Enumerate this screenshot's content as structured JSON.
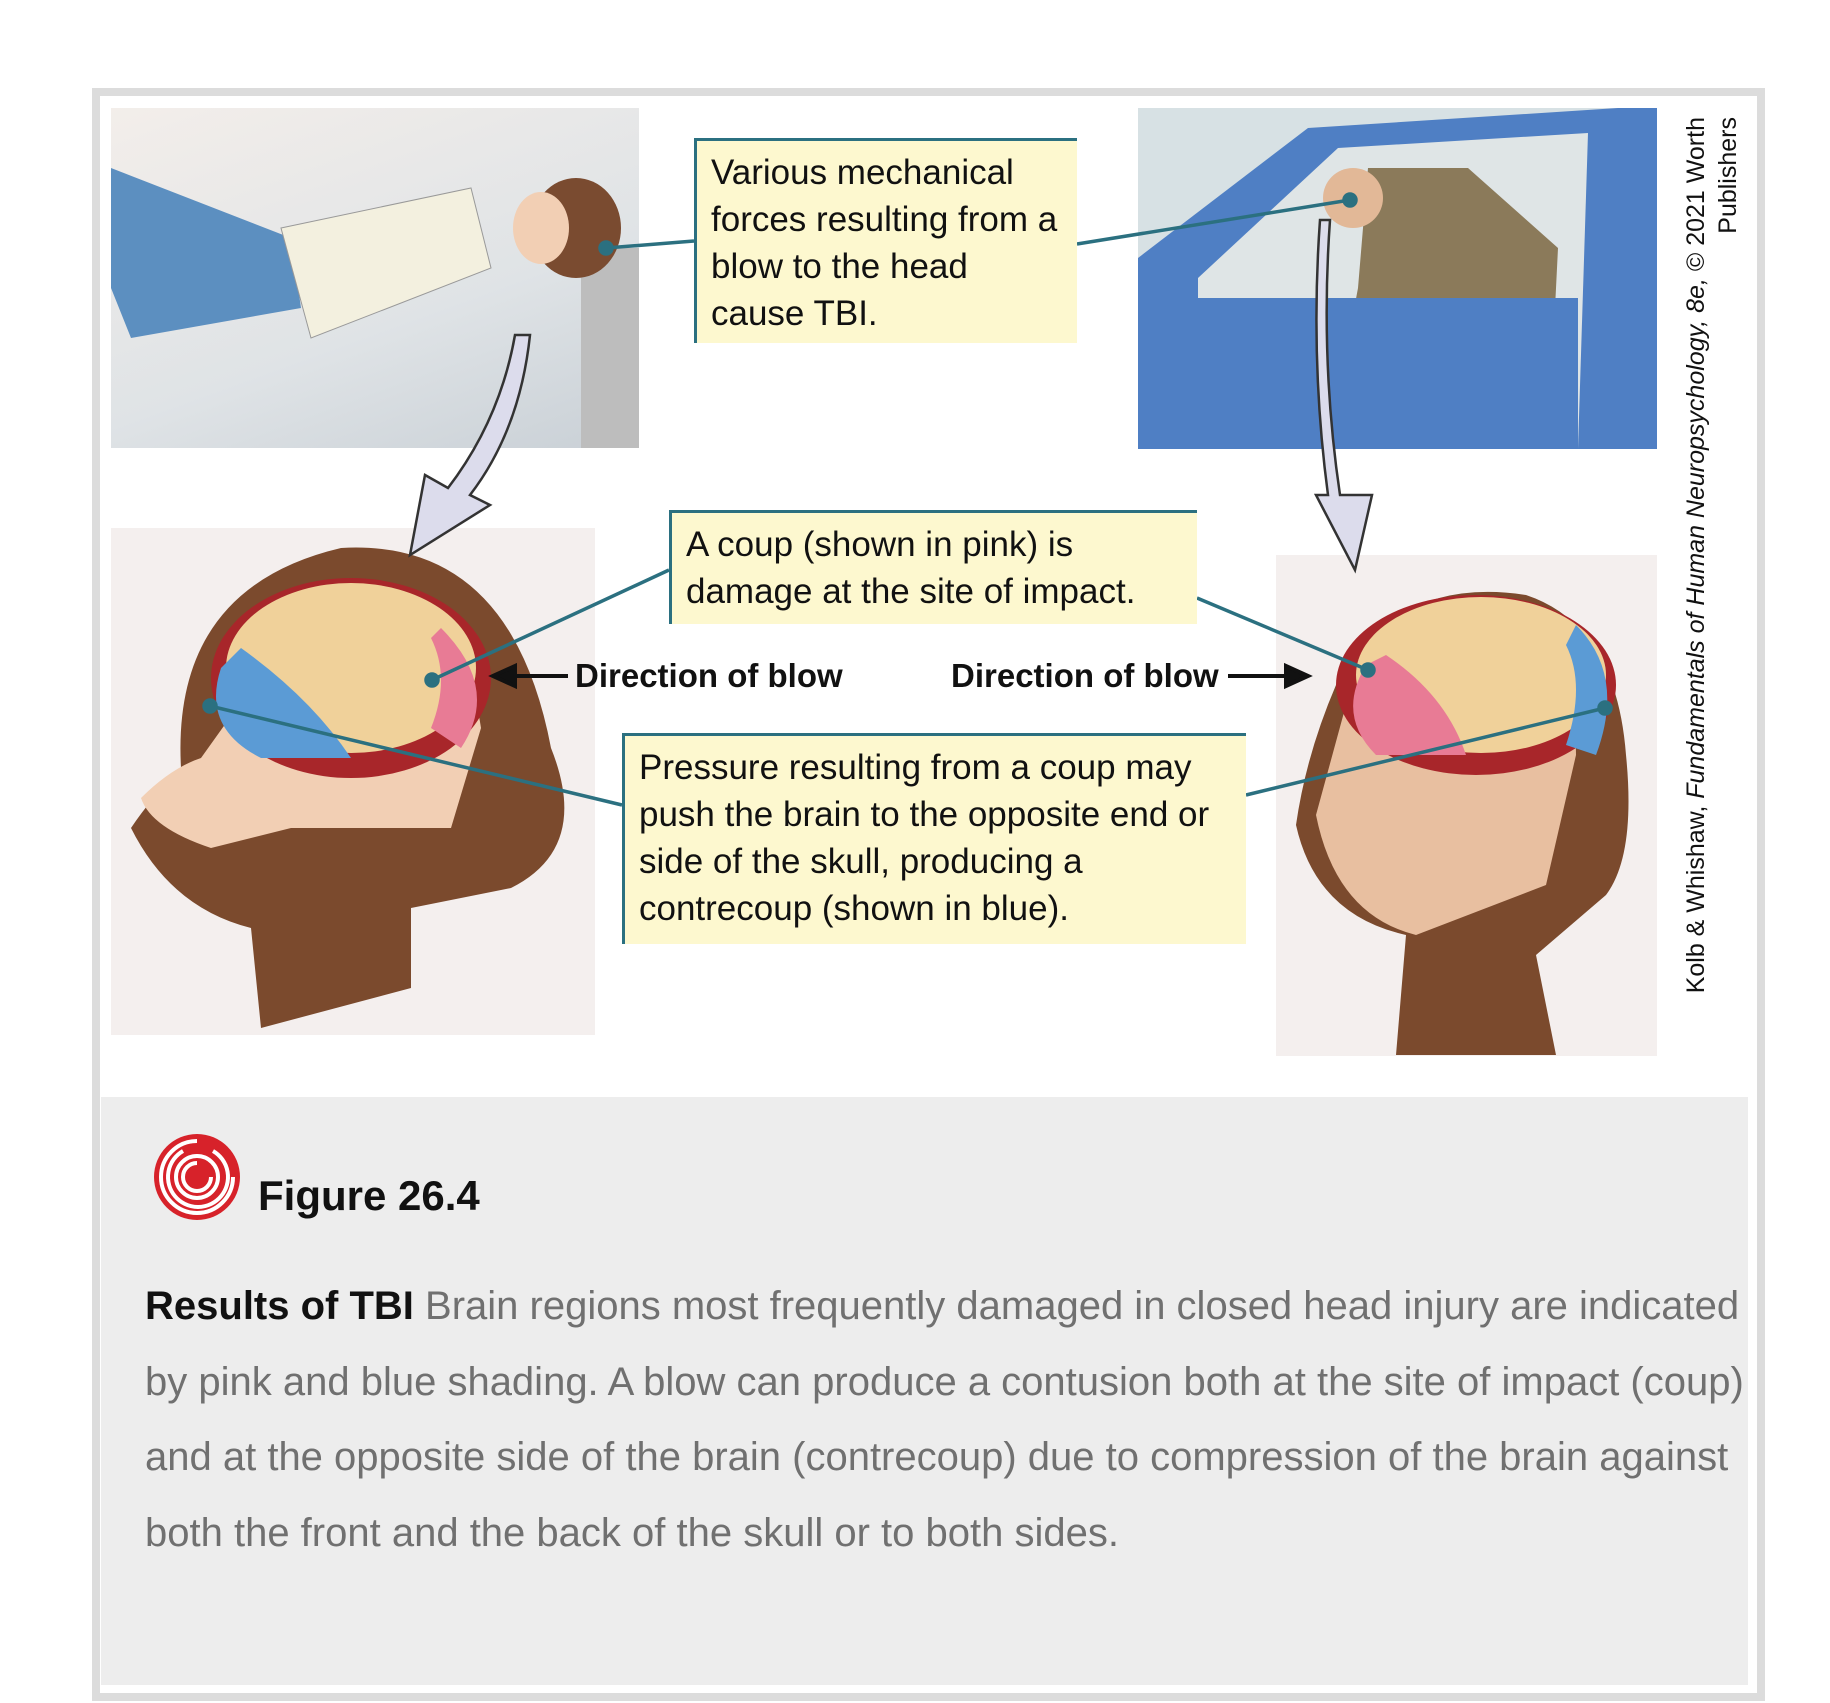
{
  "figure": {
    "callouts": {
      "forces": "Various mechanical forces resulting from a blow to the head cause TBI.",
      "coup": "A coup (shown in pink) is damage at the site of impact.",
      "contrecoup": "Pressure resulting from a coup may push the brain to the opposite end or side of the skull, producing a contrecoup (shown in blue)."
    },
    "direction_left": "Direction of blow",
    "direction_right": "Direction of blow",
    "credit_line1_a": "Kolb & Whishaw, ",
    "credit_line1_b": "Fundamentals of Human Neuropsychology, 8e,",
    "credit_line1_c": " © 2021 Worth",
    "credit_line2": "Publishers"
  },
  "caption": {
    "icon": "target-maze-icon",
    "title": "Figure 26.4",
    "lead": "Results of TBI",
    "body": "Brain regions most frequently damaged in closed head injury are indicated by pink and blue shading. A blow can produce a contusion both at the site of impact (coup) and at the opposite side of the brain (contrecoup) due to compression of the brain against both the front and the back of the skull or to both sides."
  },
  "colors": {
    "callout_bg": "#fdf8cf",
    "leader": "#2b7080",
    "coup": "#e87b95",
    "contrecoup": "#5b9bd5",
    "icon_red": "#d7222a"
  }
}
